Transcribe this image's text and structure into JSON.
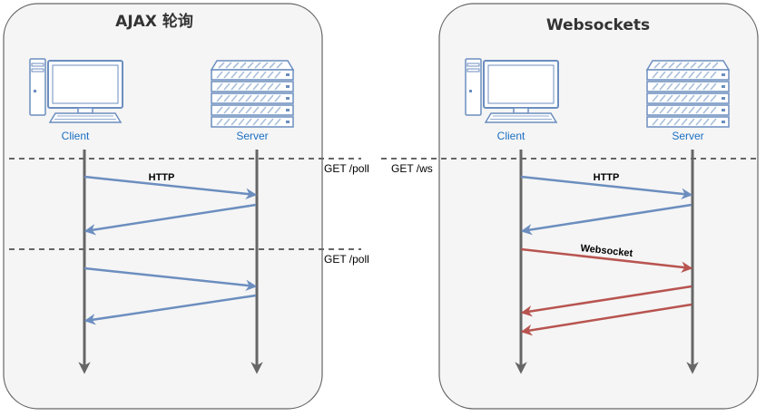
{
  "panels": {
    "ajax": {
      "title": "AJAX 轮询",
      "client_label": "Client",
      "server_label": "Server"
    },
    "websockets": {
      "title": "Websockets",
      "client_label": "Client",
      "server_label": "Server"
    }
  },
  "requests": {
    "ajax_poll_1": "GET /poll",
    "ajax_poll_2": "GET /poll",
    "ws_upgrade": "GET /ws"
  },
  "messages": {
    "ajax_http": "HTTP",
    "ws_http": "HTTP",
    "ws_websocket": "Websocket"
  },
  "colors": {
    "http_arrow": "#6c8ebf",
    "websocket_arrow": "#b85450",
    "node_label": "#1a6fc4",
    "panel_fill": "#f5f5f5"
  },
  "icons": {
    "client": "desktop-computer-icon",
    "server": "server-rack-icon"
  }
}
